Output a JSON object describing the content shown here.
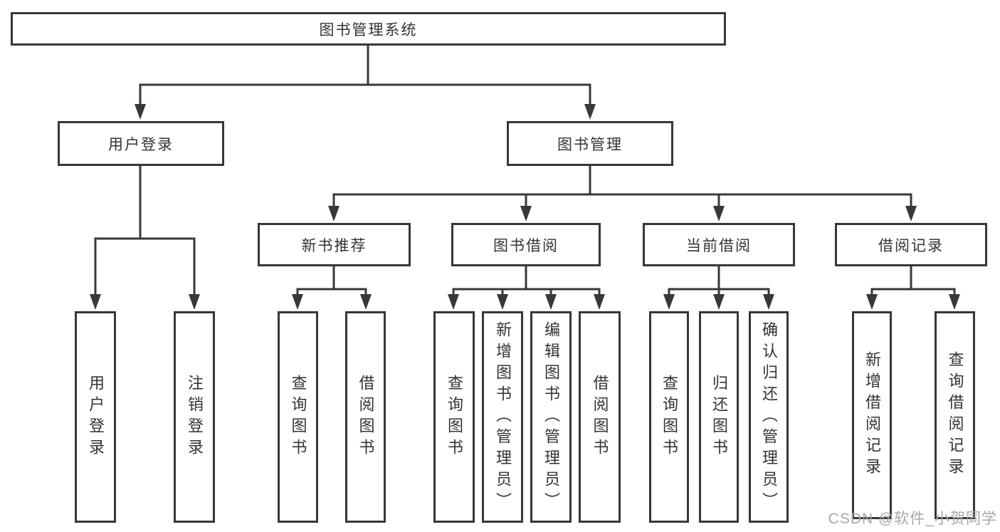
{
  "diagram": {
    "title": "图书管理系统",
    "watermark": "CSDN @软件_小贺同学",
    "colors": {
      "line": "#383838",
      "border": "#373737",
      "text": "#333333",
      "watermark": "#a7a7a7",
      "background": "#ffffff"
    },
    "tree": {
      "root": "图书管理系统",
      "children": [
        {
          "label": "用户登录",
          "children": [
            "用户登录",
            "注销登录"
          ]
        },
        {
          "label": "图书管理",
          "children": [
            {
              "label": "新书推荐",
              "children": [
                "查询图书",
                "借阅图书"
              ]
            },
            {
              "label": "图书借阅",
              "children": [
                "查询图书",
                "新增图书（管理员）",
                "编辑图书（管理员）",
                "借阅图书"
              ]
            },
            {
              "label": "当前借阅",
              "children": [
                "查询图书",
                "归还图书",
                "确认归还（管理员）"
              ]
            },
            {
              "label": "借阅记录",
              "children": [
                "新增借阅记录",
                "查询借阅记录"
              ]
            }
          ]
        }
      ]
    }
  }
}
